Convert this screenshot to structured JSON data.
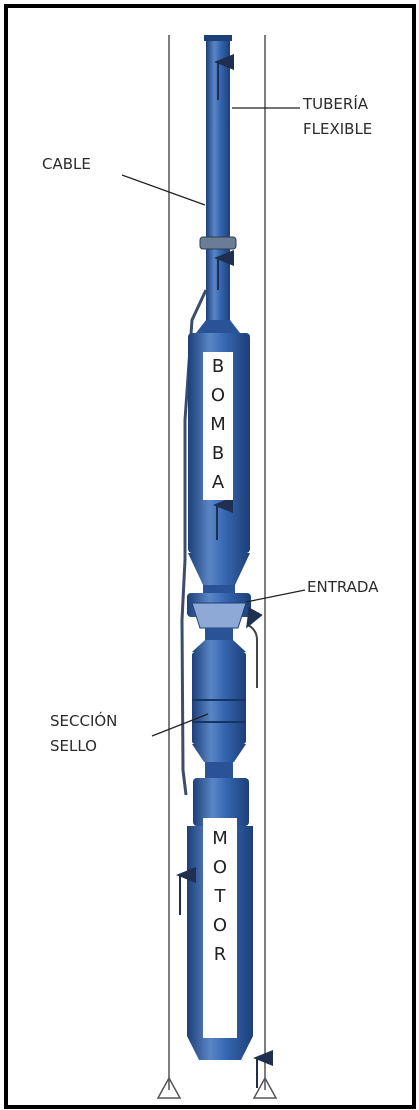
{
  "labels": {
    "coiled_tubing": [
      "TUBERÍA",
      "FLEXIBLE"
    ],
    "cable": "CABLE",
    "intake": "ENTRADA",
    "seal_section": [
      "SECCIÓN",
      "SELLO"
    ]
  },
  "pump_letters": [
    "B",
    "O",
    "M",
    "B",
    "A"
  ],
  "motor_letters": [
    "M",
    "O",
    "T",
    "O",
    "R"
  ],
  "colors": {
    "equipment_blue": "#2f5ea6",
    "equipment_light": "#5a86c6",
    "equipment_dark": "#1d3f78",
    "casing": "#555555",
    "arrow": "#1f2f4f"
  }
}
